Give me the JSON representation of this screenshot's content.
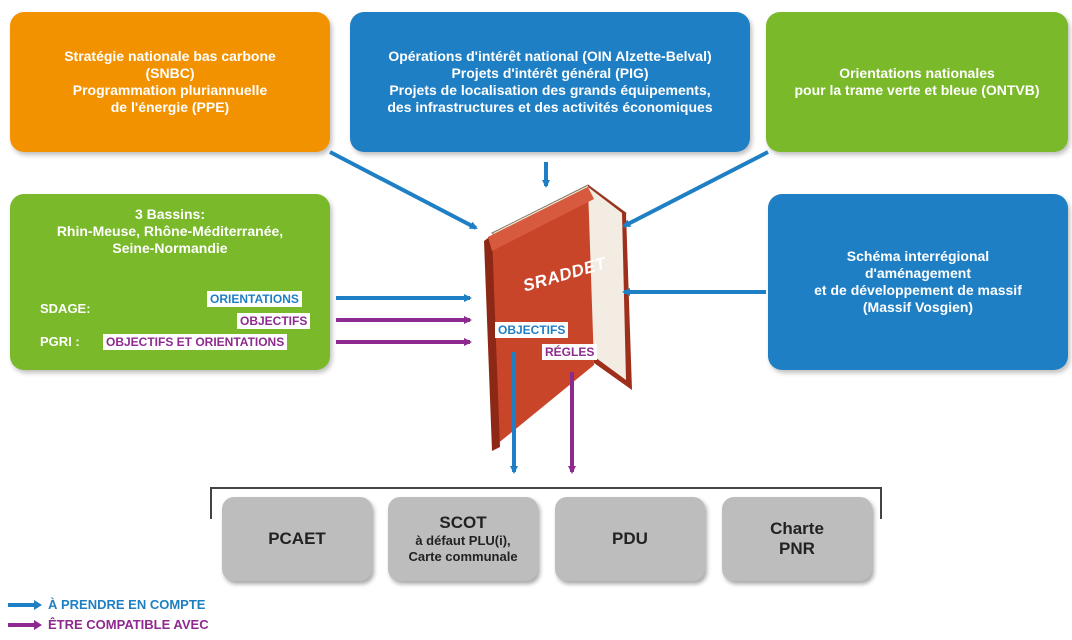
{
  "boxes": {
    "snbc": "Stratégie nationale bas carbone\n(SNBC)\nProgrammation pluriannuelle\nde l'énergie (PPE)",
    "oin": "Opérations d'intérêt national (OIN Alzette-Belval)\nProjets d'intérêt général (PIG)\nProjets de localisation des grands équipements,\ndes infrastructures et des activités économiques",
    "ontvb": "Orientations nationales\npour la trame verte et bleue (ONTVB)",
    "bassins_title": "3 Bassins:\nRhin-Meuse, Rhône-Méditerranée,\nSeine-Normandie",
    "sdage_label": "SDAGE:",
    "pgri_label": "PGRI :",
    "sdage_tag_1": "ORIENTATIONS",
    "sdage_tag_2": "OBJECTIFS",
    "pgri_tag": "OBJECTIFS ET ORIENTATIONS",
    "massif": "Schéma interrégional\nd'aménagement\net de développement de massif\n(Massif Vosgien)"
  },
  "book": {
    "title": "SRADDET",
    "tag_objectifs": "OBJECTIFS",
    "tag_regles": "RÉGLES"
  },
  "targets": {
    "pcaet": "PCAET",
    "scot_title": "SCOT",
    "scot_sub": "à défaut PLU(i),\nCarte communale",
    "pdu": "PDU",
    "pnr": "Charte\nPNR"
  },
  "legend": {
    "prendre": "À PRENDRE EN COMPTE",
    "compatible": "ÊTRE COMPATIBLE AVEC"
  },
  "colors": {
    "blue": "#1f7fc4",
    "purple": "#8e2a8f",
    "orange": "#f39200",
    "green": "#7ab929",
    "book": "#c8452a",
    "grey": "#bdbdbd"
  }
}
